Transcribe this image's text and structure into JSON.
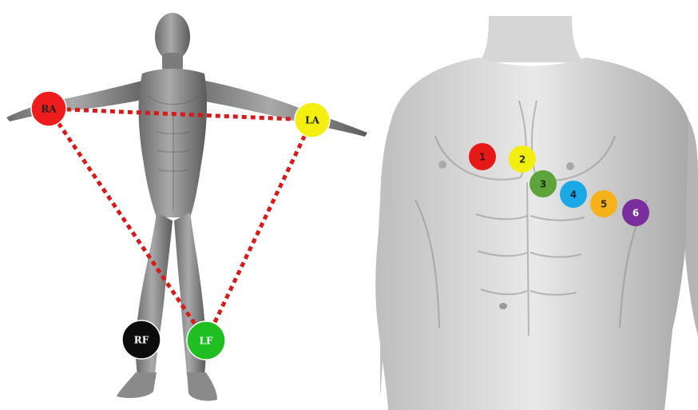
{
  "limb_electrodes": [
    {
      "id": "RA",
      "label": "RA",
      "color": "#ee1c1c",
      "text_color": "#222222"
    },
    {
      "id": "LA",
      "label": "LA",
      "color": "#f4ef0f",
      "text_color": "#222222"
    },
    {
      "id": "RF",
      "label": "RF",
      "color": "#0c0c0c",
      "text_color": "#ffffff"
    },
    {
      "id": "LF",
      "label": "LF",
      "color": "#1fbf22",
      "text_color": "#ffffff"
    }
  ],
  "einthoven_lines": {
    "color": "#d71a1a",
    "style": "dotted",
    "pairs": [
      [
        "RA",
        "LA"
      ],
      [
        "RA",
        "LF"
      ],
      [
        "LA",
        "LF"
      ]
    ]
  },
  "chest_electrodes": [
    {
      "id": "V1",
      "label": "1",
      "color": "#e61919",
      "text_color": "#3a1010"
    },
    {
      "id": "V2",
      "label": "2",
      "color": "#f2ee10",
      "text_color": "#333300"
    },
    {
      "id": "V3",
      "label": "3",
      "color": "#5fa33b",
      "text_color": "#173010"
    },
    {
      "id": "V4",
      "label": "4",
      "color": "#1ba8e6",
      "text_color": "#0c2c3a"
    },
    {
      "id": "V5",
      "label": "5",
      "color": "#f5b21a",
      "text_color": "#3a2a05"
    },
    {
      "id": "V6",
      "label": "6",
      "color": "#7a2e9e",
      "text_color": "#ffffff"
    }
  ],
  "illustrations": [
    {
      "id": "full-body",
      "description_icon": "male-anatomy-figure-icon"
    },
    {
      "id": "torso",
      "description_icon": "male-torso-icon"
    }
  ]
}
